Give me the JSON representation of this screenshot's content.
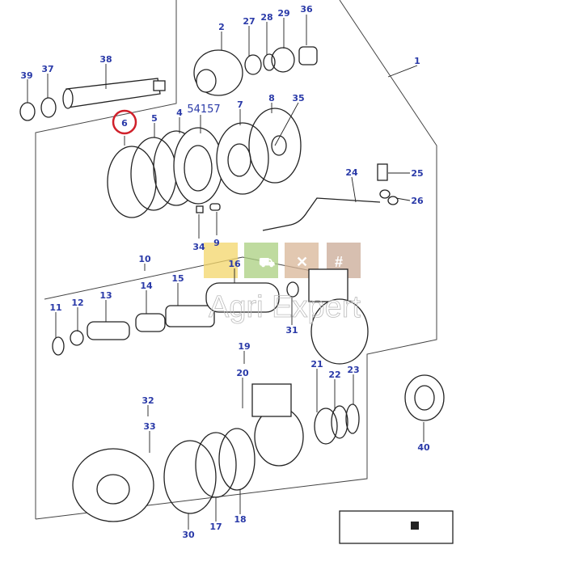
{
  "diagram": {
    "title": "Exploded parts diagram - transmission clutch assembly",
    "highlighted_part": "6",
    "highlight_color": "#d0202a",
    "label_color": "#2a3aa8",
    "callouts": {
      "p1": "1",
      "p2": "2",
      "p4": "4",
      "p5": "5",
      "p6": "6",
      "p7": "7",
      "p8": "8",
      "p9": "9",
      "p10": "10",
      "p11": "11",
      "p12": "12",
      "p13": "13",
      "p14": "14",
      "p15": "15",
      "p16": "16",
      "p17": "17",
      "p18": "18",
      "p19": "19",
      "p20": "20",
      "p21": "21",
      "p22": "22",
      "p23": "23",
      "p24": "24",
      "p25": "25",
      "p26": "26",
      "p27": "27",
      "p28": "28",
      "p29": "29",
      "p30": "30",
      "p31": "31",
      "p32": "32",
      "p33": "33",
      "p34": "34",
      "p35": "35",
      "p36": "36",
      "p37": "37",
      "p38": "38",
      "p39": "39",
      "p40": "40",
      "p54157": "54157"
    },
    "watermark": "Agri Expert",
    "watermark_tiles": [
      {
        "icon": "tractor-icon",
        "color": "#f3d56a"
      },
      {
        "icon": "wheelbarrow-icon",
        "color": "#a9cf7f"
      },
      {
        "icon": "tools-icon",
        "color": "#d8b597"
      },
      {
        "icon": "fence-icon",
        "color": "#c9a995"
      }
    ]
  }
}
